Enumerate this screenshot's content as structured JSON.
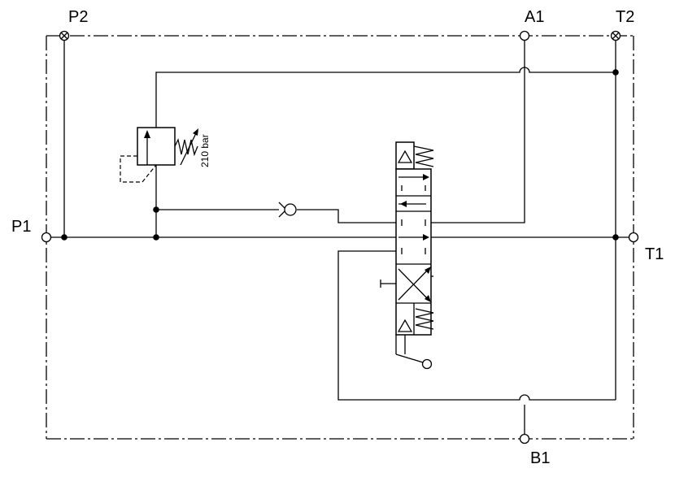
{
  "ports": {
    "p1": "P1",
    "p2": "P2",
    "a1": "A1",
    "t2": "T2",
    "t1": "T1",
    "b1": "B1"
  },
  "relief_valve": {
    "pressure_label": "210 bar"
  }
}
